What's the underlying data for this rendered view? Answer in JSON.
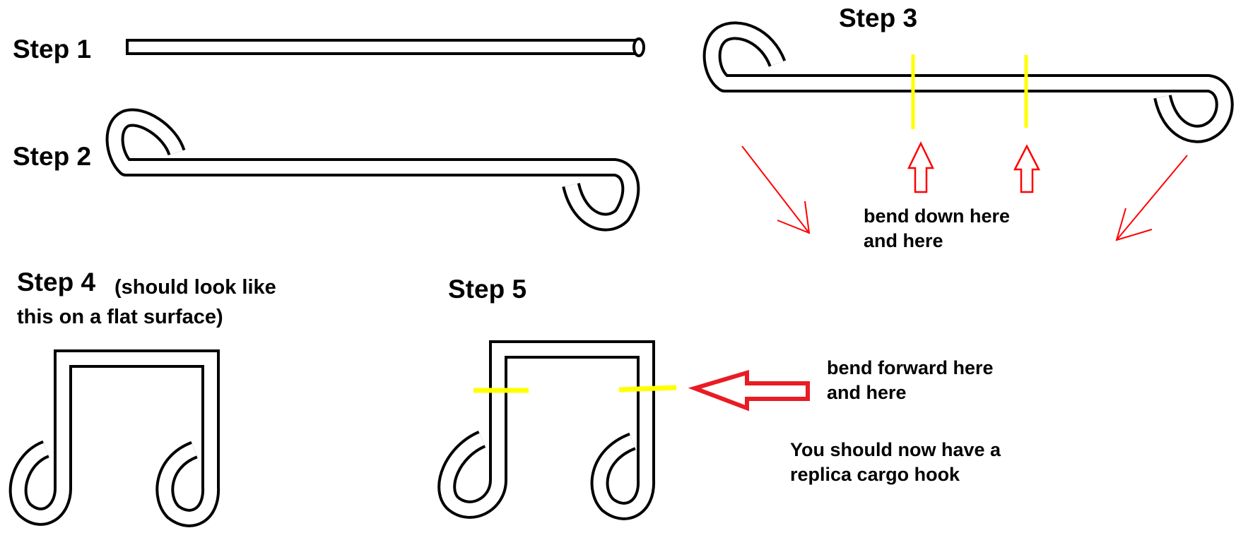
{
  "steps": [
    {
      "label": "Step 1"
    },
    {
      "label": "Step 2"
    },
    {
      "label": "Step 3",
      "note": "bend down here\nand here"
    },
    {
      "label": "Step 4",
      "note": "(should look like\nthis on a flat surface)"
    },
    {
      "label": "Step 5",
      "note": "bend forward here\nand here",
      "result": "You should now have a\nreplica cargo hook"
    }
  ],
  "colors": {
    "outline": "#000000",
    "wire_fill": "#ffffff",
    "bend_mark": "#ffff00",
    "arrow": "#ff0000",
    "arrow_bold": "#e81c24"
  }
}
